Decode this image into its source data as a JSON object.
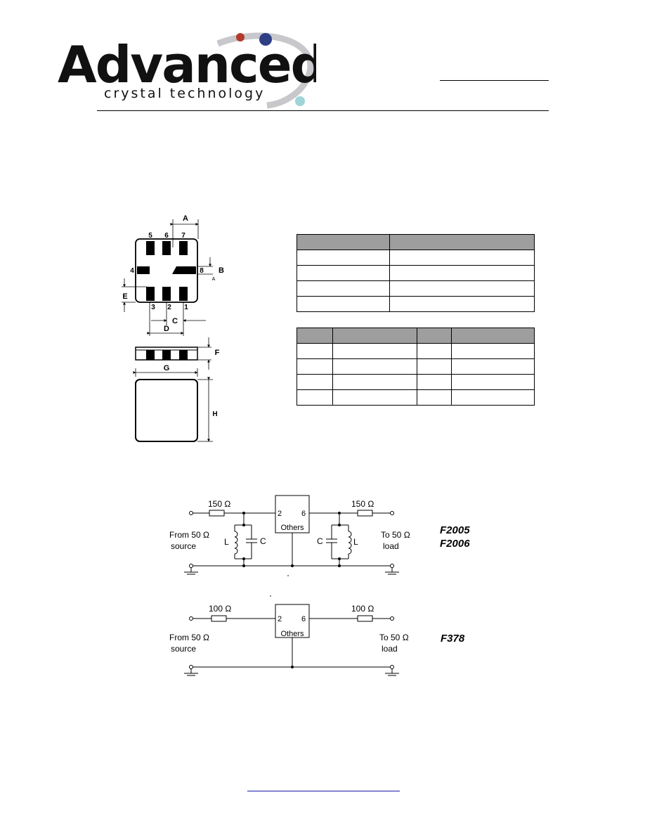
{
  "logo": {
    "main_word": "Advanced",
    "sub_word": "crystal technology"
  },
  "package_drawing": {
    "pin_numbers_top": [
      "5",
      "6",
      "7"
    ],
    "pin_numbers_side": [
      "4",
      "8"
    ],
    "pin_numbers_bottom": [
      "3",
      "2",
      "1"
    ],
    "dim_labels": {
      "A": "A",
      "B": "B",
      "C": "C",
      "D": "D",
      "E": "E",
      "F": "F",
      "G": "G",
      "H": "H",
      "A2": "A"
    }
  },
  "circuit1": {
    "r_in": "150 Ω",
    "r_out": "150 Ω",
    "box_pin_left": "2",
    "box_pin_right": "6",
    "box_label": "Others",
    "source_line1": "From 50 Ω",
    "source_line2": "source",
    "load_line1": "To 50 Ω",
    "load_line2": "load",
    "l_left": "L",
    "c_left": "C",
    "c_right": "C",
    "l_right": "L",
    "part_1": "F2005",
    "part_2": "F2006"
  },
  "circuit2": {
    "r_in": "100 Ω",
    "r_out": "100 Ω",
    "box_pin_left": "2",
    "box_pin_right": "6",
    "box_label": "Others",
    "source_line1": "From 50 Ω",
    "source_line2": "source",
    "load_line1": "To 50 Ω",
    "load_line2": "load",
    "part_1": "F378"
  }
}
